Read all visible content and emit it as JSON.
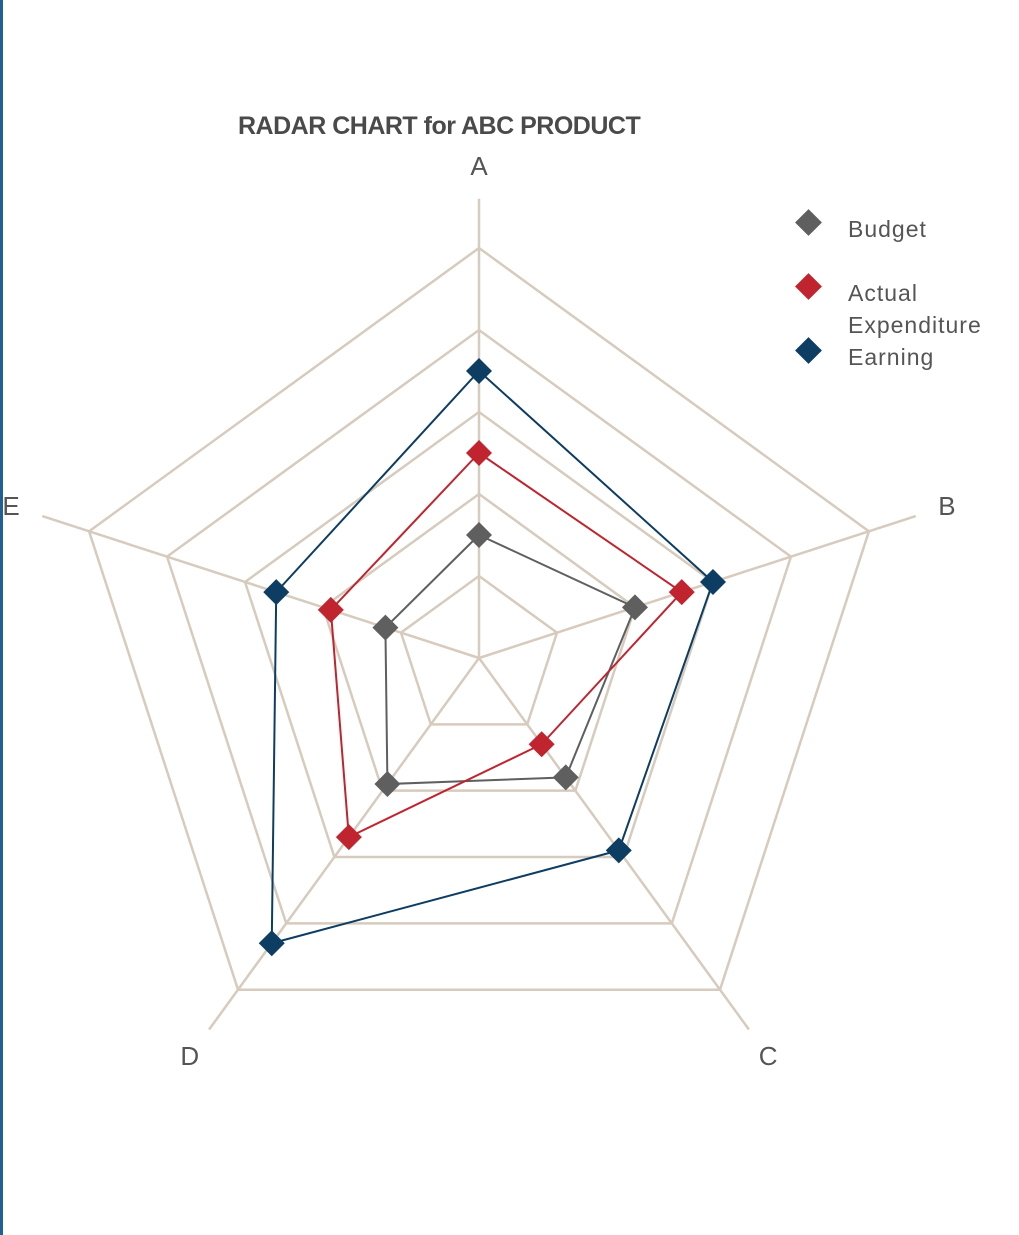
{
  "chart_data": {
    "type": "radar",
    "title": "RADAR CHART for ABC PRODUCT",
    "categories": [
      "A",
      "B",
      "C",
      "D",
      "E"
    ],
    "rmax": 5,
    "gridlines": [
      1,
      2,
      3,
      4,
      5
    ],
    "series": [
      {
        "name": "Budget",
        "color": "#5f5f5f",
        "values": [
          1.5,
          2.0,
          1.8,
          1.9,
          1.2
        ]
      },
      {
        "name": "Actual Expenditure",
        "color": "#c0242e",
        "values": [
          2.5,
          2.6,
          1.3,
          2.7,
          1.9
        ]
      },
      {
        "name": "Earning",
        "color": "#0d3d62",
        "values": [
          3.5,
          3.0,
          2.9,
          4.3,
          2.6
        ]
      }
    ],
    "grid_color": "#d6cbbd",
    "legend_position": "top-right"
  }
}
